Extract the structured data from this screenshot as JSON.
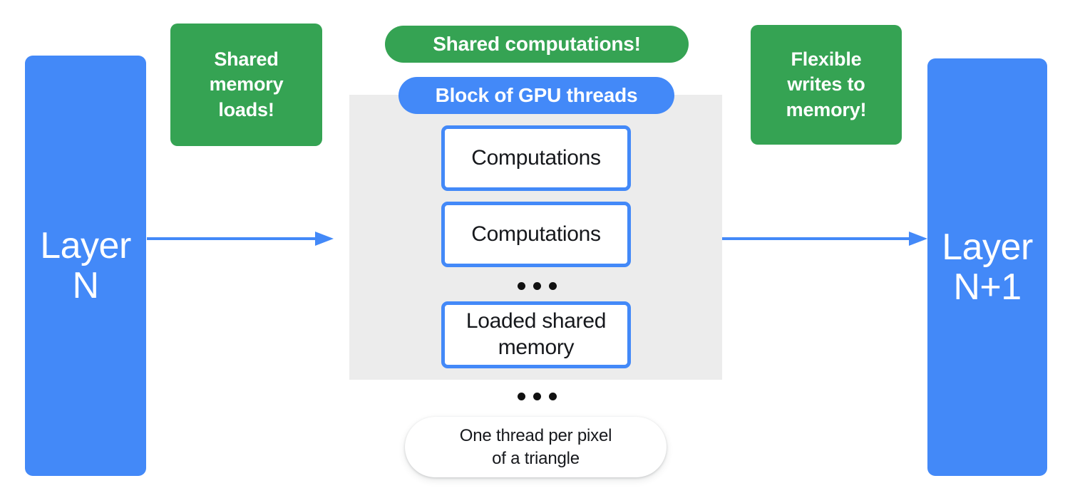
{
  "diagram": {
    "title": "GPU thread block shared memory dataflow",
    "colors": {
      "blue": "#4389f8",
      "green": "#35a353",
      "grey_block": "#ececec",
      "text_dark": "#16181c",
      "white": "#ffffff"
    }
  },
  "layers": {
    "input": {
      "label": "Layer\nN"
    },
    "output": {
      "label": "Layer\nN+1"
    }
  },
  "callouts": {
    "left": {
      "label": "Shared\nmemory\nloads!"
    },
    "right": {
      "label": "Flexible\nwrites to\nmemory!"
    },
    "top": {
      "label": "Shared computations!"
    }
  },
  "block": {
    "header_label": "Block of GPU threads",
    "cards": [
      {
        "label": "Computations"
      },
      {
        "label": "Computations"
      },
      {
        "label": "Loaded shared\nmemory"
      }
    ],
    "inner_ellipsis": "• • •"
  },
  "footer": {
    "outer_ellipsis": "• • •",
    "pill_label": "One thread per pixel\nof a triangle"
  },
  "arrows": [
    {
      "name": "layer-n-to-block",
      "direction": "right"
    },
    {
      "name": "block-to-layer-n1",
      "direction": "right"
    }
  ]
}
